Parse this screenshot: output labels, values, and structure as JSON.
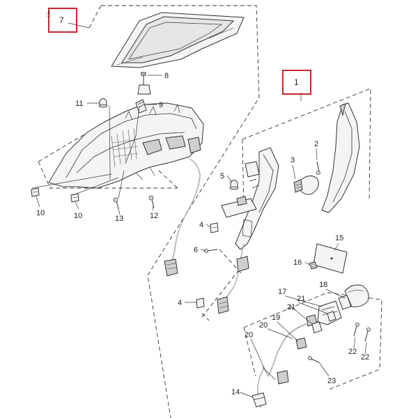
{
  "diagram": {
    "highlight_color": "#c0282d",
    "assemblies": [
      {
        "id": "assy-7",
        "label": "7"
      },
      {
        "id": "assy-1",
        "label": "1"
      }
    ],
    "callouts": [
      {
        "id": "c8",
        "label": "8"
      },
      {
        "id": "c9",
        "label": "9"
      },
      {
        "id": "c11",
        "label": "11"
      },
      {
        "id": "c10a",
        "label": "10"
      },
      {
        "id": "c10b",
        "label": "10"
      },
      {
        "id": "c13",
        "label": "13"
      },
      {
        "id": "c12",
        "label": "12"
      },
      {
        "id": "c5",
        "label": "5"
      },
      {
        "id": "c3",
        "label": "3"
      },
      {
        "id": "c2",
        "label": "2"
      },
      {
        "id": "c4a",
        "label": "4"
      },
      {
        "id": "c6",
        "label": "6"
      },
      {
        "id": "c15",
        "label": "15"
      },
      {
        "id": "c16",
        "label": "16"
      },
      {
        "id": "c4b",
        "label": "4"
      },
      {
        "id": "c17",
        "label": "17"
      },
      {
        "id": "c18",
        "label": "18"
      },
      {
        "id": "c21a",
        "label": "21"
      },
      {
        "id": "c21b",
        "label": "21"
      },
      {
        "id": "c19",
        "label": "19"
      },
      {
        "id": "c20a",
        "label": "20"
      },
      {
        "id": "c20b",
        "label": "20"
      },
      {
        "id": "c22a",
        "label": "22"
      },
      {
        "id": "c22b",
        "label": "22"
      },
      {
        "id": "c23",
        "label": "23"
      },
      {
        "id": "c14",
        "label": "14"
      }
    ]
  }
}
